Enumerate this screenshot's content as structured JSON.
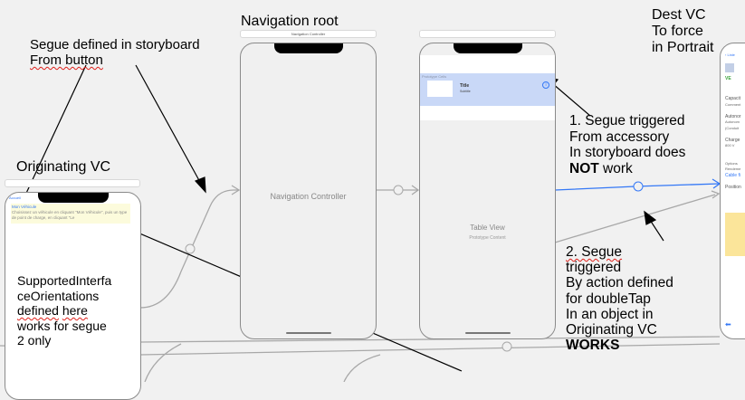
{
  "annotations": {
    "segue_defined": [
      "Segue defined in storyboard",
      "From button"
    ],
    "nav_root": "Navigation root",
    "dest_vc": [
      "Dest VC",
      "To force",
      "in Portrait"
    ],
    "originating_vc": "Originating VC",
    "segue1": [
      "1. Segue triggered",
      "From accessory",
      "In storyboard does",
      "NOT",
      "work"
    ],
    "segue2": [
      "2. Segue",
      "triggered",
      "By action defined",
      "for doubleTap",
      "In an object in",
      "Originating VC",
      "WORKS"
    ],
    "supported": [
      "SupportedInterfa",
      "ceOrientations",
      "defined",
      "here",
      "works for segue",
      "2 only"
    ]
  },
  "originating": {
    "back": "Accueil",
    "link": "Mon Véhicule",
    "hint": "Choisissez un véhicule en cliquant \"Mon Véhicule\", puis un type de point de charge, en cliquant \"Le"
  },
  "nav": {
    "title": "Navigation Controller",
    "label": "Navigation Controller"
  },
  "table": {
    "section": "Prototype Cells",
    "cell_title": "Title",
    "cell_subtitle": "Subtitle",
    "label": "Table View",
    "sublabel": "Prototype Content"
  },
  "dest": {
    "back": "Liste",
    "ve": "VE",
    "rows": [
      "Capacit",
      "Comment",
      "Autonor",
      "Autonom",
      "(Conduit",
      "Charge",
      "800 V",
      "Options",
      "Rendeme",
      "Cable fi",
      "Position"
    ]
  },
  "colors": {
    "accent": "#3478f6",
    "highlight": "#c9d8f7",
    "note_yellow": "#fbe59a",
    "annotation_underline": "#e0201a"
  }
}
